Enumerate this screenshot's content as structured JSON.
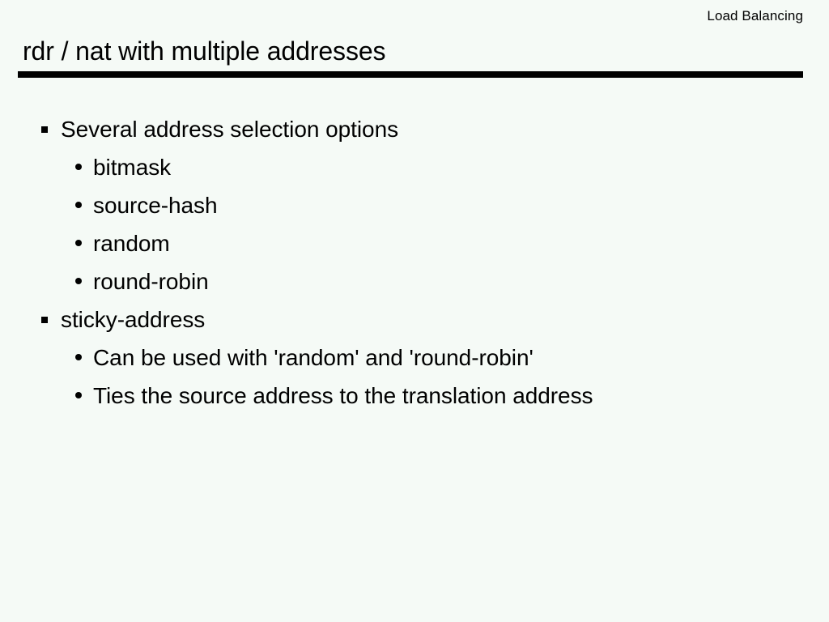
{
  "slide": {
    "header": "Load Balancing",
    "title": "rdr / nat with multiple addresses",
    "divider_color": "#000000",
    "background_color": "#f5faf6",
    "text_color": "#000000",
    "outline": [
      {
        "level": 1,
        "marker": "square-bullet",
        "text": "Several address selection options"
      },
      {
        "level": 2,
        "marker": "round-bullet",
        "text": "bitmask"
      },
      {
        "level": 2,
        "marker": "round-bullet",
        "text": "source-hash"
      },
      {
        "level": 2,
        "marker": "round-bullet",
        "text": "random"
      },
      {
        "level": 2,
        "marker": "round-bullet",
        "text": "round-robin"
      },
      {
        "level": 1,
        "marker": "square-bullet",
        "text": "sticky-address"
      },
      {
        "level": 2,
        "marker": "round-bullet",
        "text": "Can be used with 'random' and 'round-robin'"
      },
      {
        "level": 2,
        "marker": "round-bullet",
        "text": "Ties the source address to the translation address"
      }
    ]
  }
}
